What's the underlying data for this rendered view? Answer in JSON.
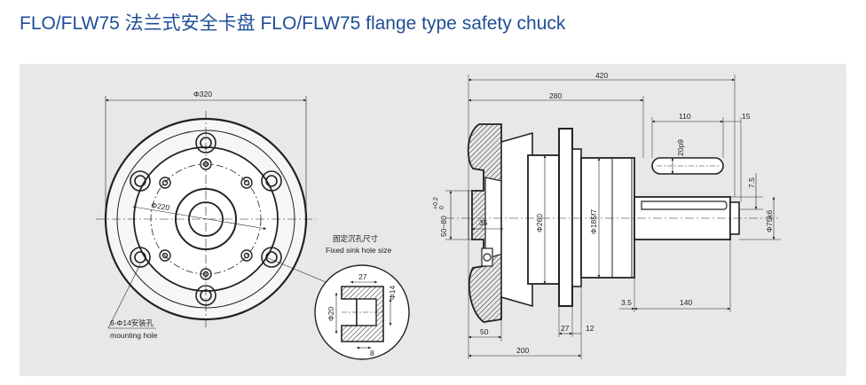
{
  "title": "FLO/FLW75 法兰式安全卡盘 FLO/FLW75 flange type safety chuck",
  "front_view": {
    "outer_diameter": "Φ320",
    "bolt_circle": "Φ220",
    "holes_label_cn": "6-Φ14安装孔",
    "holes_label_en": "mounting hole"
  },
  "detail_view": {
    "label_cn": "固定沉孔尺寸",
    "label_en": "Fixed sink hole size",
    "dim_width": "27",
    "dim_dia": "Φ14",
    "dim_outer": "Φ20",
    "dim_depth": "8"
  },
  "side_view": {
    "total_length": "420",
    "body_length": "280",
    "shaft_len": "110",
    "shaft_end": "15",
    "keyway": "20p9",
    "key_depth": "7.5",
    "shaft_dia": "Φ75k6",
    "bore_range": "50~80",
    "bore_tol_upper": "+0.2",
    "bore_tol_lower": "0",
    "jaw_depth": "35",
    "dia_260": "Φ260",
    "dia_185": "Φ185f7",
    "flange_gap": "3.5",
    "shaft_seg": "140",
    "flange_thk": "27",
    "flange_step": "12",
    "jaw_width": "50",
    "base_len": "200"
  }
}
